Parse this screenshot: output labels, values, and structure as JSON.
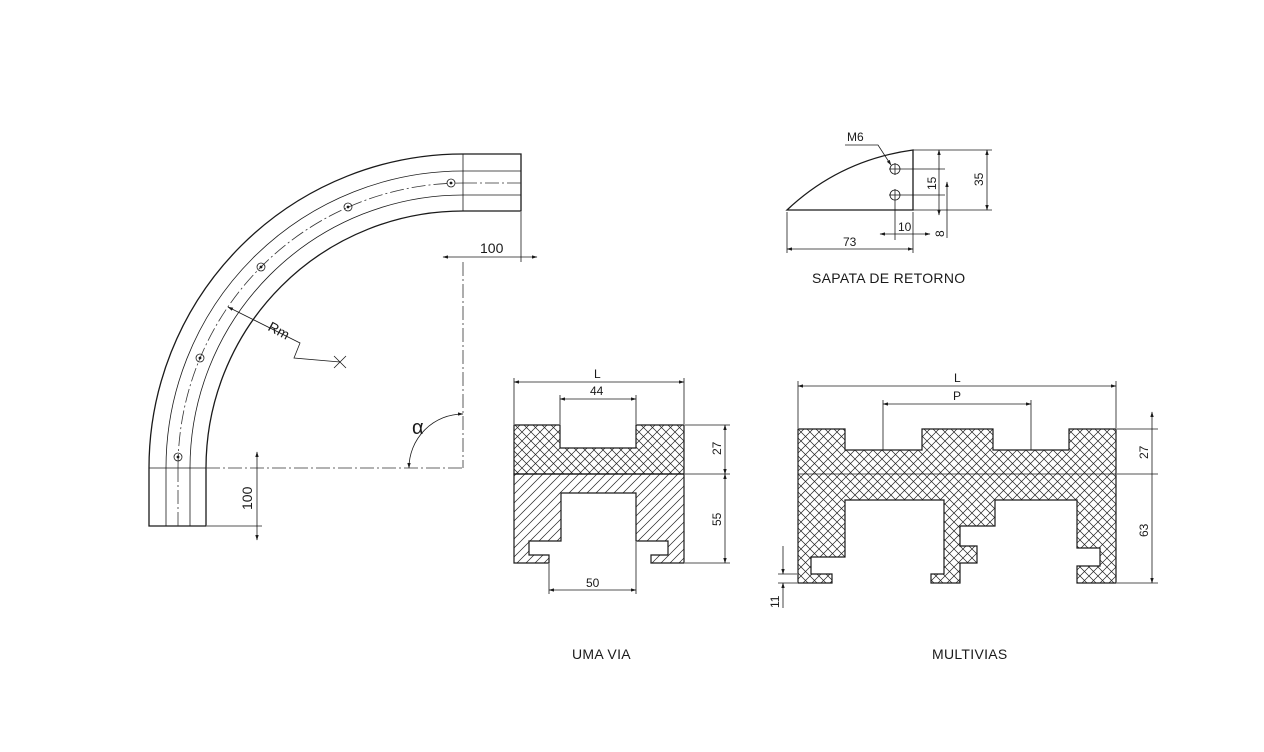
{
  "curve_view": {
    "dim_top": "100",
    "dim_left": "100",
    "radius_label": "Rm",
    "angle_label": "α"
  },
  "sapata": {
    "caption": "SAPATA DE RETORNO",
    "thread_label": "M6",
    "dim_width": "73",
    "dim_hole_offset": "10",
    "dim_hole_spacing": "15",
    "dim_height": "35",
    "dim_bottom": "8"
  },
  "uma_via": {
    "caption": "UMA VIA",
    "dim_width": "L",
    "dim_top_slot": "44",
    "dim_bottom_slot": "50",
    "dim_upper_height": "27",
    "dim_lower_height": "55"
  },
  "multivias": {
    "caption": "MULTIVIAS",
    "dim_width": "L",
    "dim_pitch": "P",
    "dim_upper_height": "27",
    "dim_lower_height": "63",
    "dim_foot": "11"
  }
}
